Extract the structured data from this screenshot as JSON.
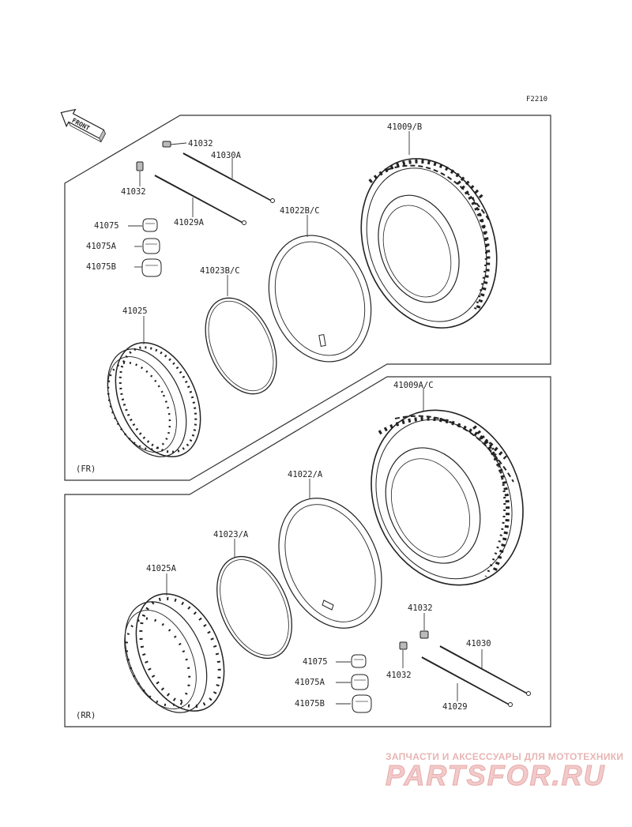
{
  "diagram_code": "F2210",
  "front_arrow": "FRONT",
  "sections": {
    "front": "(FR)",
    "rear": "(RR)"
  },
  "labels": {
    "fr_41032_top": "41032",
    "fr_41030A": "41030A",
    "fr_41032_left": "41032",
    "fr_41029A": "41029A",
    "fr_41075": "41075",
    "fr_41075A": "41075A",
    "fr_41075B": "41075B",
    "fr_41022BC": "41022B/C",
    "fr_41009B": "41009/B",
    "fr_41023BC": "41023B/C",
    "fr_41025": "41025",
    "rr_41009AC": "41009A/C",
    "rr_41022A": "41022/A",
    "rr_41023A": "41023/A",
    "rr_41025A": "41025A",
    "rr_41032_right": "41032",
    "rr_41030": "41030",
    "rr_41032_left": "41032",
    "rr_41075": "41075",
    "rr_41075A": "41075A",
    "rr_41075B": "41075B",
    "rr_41029": "41029"
  },
  "watermark": {
    "tagline": "ЗАПЧАСТИ И АКСЕССУАРЫ ДЛЯ МОТОТЕХНИКИ",
    "logo": "PARTSFOR.RU"
  }
}
